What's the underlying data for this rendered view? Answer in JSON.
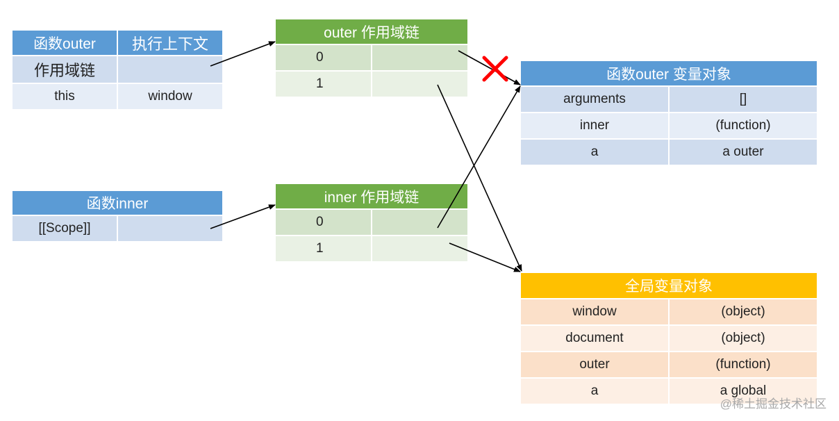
{
  "outer_context": {
    "title_left": "函数outer",
    "title_right": "执行上下文",
    "rows": [
      {
        "key": "作用域链",
        "value": ""
      },
      {
        "key": "this",
        "value": "window"
      }
    ]
  },
  "inner_func": {
    "title": "函数inner",
    "rows": [
      {
        "key": "[[Scope]]",
        "value": ""
      }
    ]
  },
  "outer_chain": {
    "title": "outer  作用域链",
    "rows": [
      {
        "key": "0",
        "value": ""
      },
      {
        "key": "1",
        "value": ""
      }
    ]
  },
  "inner_chain": {
    "title": "inner  作用域链",
    "rows": [
      {
        "key": "0",
        "value": ""
      },
      {
        "key": "1",
        "value": ""
      }
    ]
  },
  "outer_vo": {
    "title": "函数outer  变量对象",
    "rows": [
      {
        "key": "arguments",
        "value": "[]"
      },
      {
        "key": "inner",
        "value": "(function)"
      },
      {
        "key": "a",
        "value": "a  outer"
      }
    ]
  },
  "global_vo": {
    "title": "全局变量对象",
    "rows": [
      {
        "key": "window",
        "value": "(object)"
      },
      {
        "key": "document",
        "value": "(object)"
      },
      {
        "key": "outer",
        "value": "(function)"
      },
      {
        "key": "a",
        "value": "a  global"
      }
    ]
  },
  "colors": {
    "blue_header": "#5b9bd5",
    "green_header": "#70ad47",
    "gold_header": "#ffc000",
    "cross": "#ff0000"
  },
  "watermark": "@稀土掘金技术社区"
}
